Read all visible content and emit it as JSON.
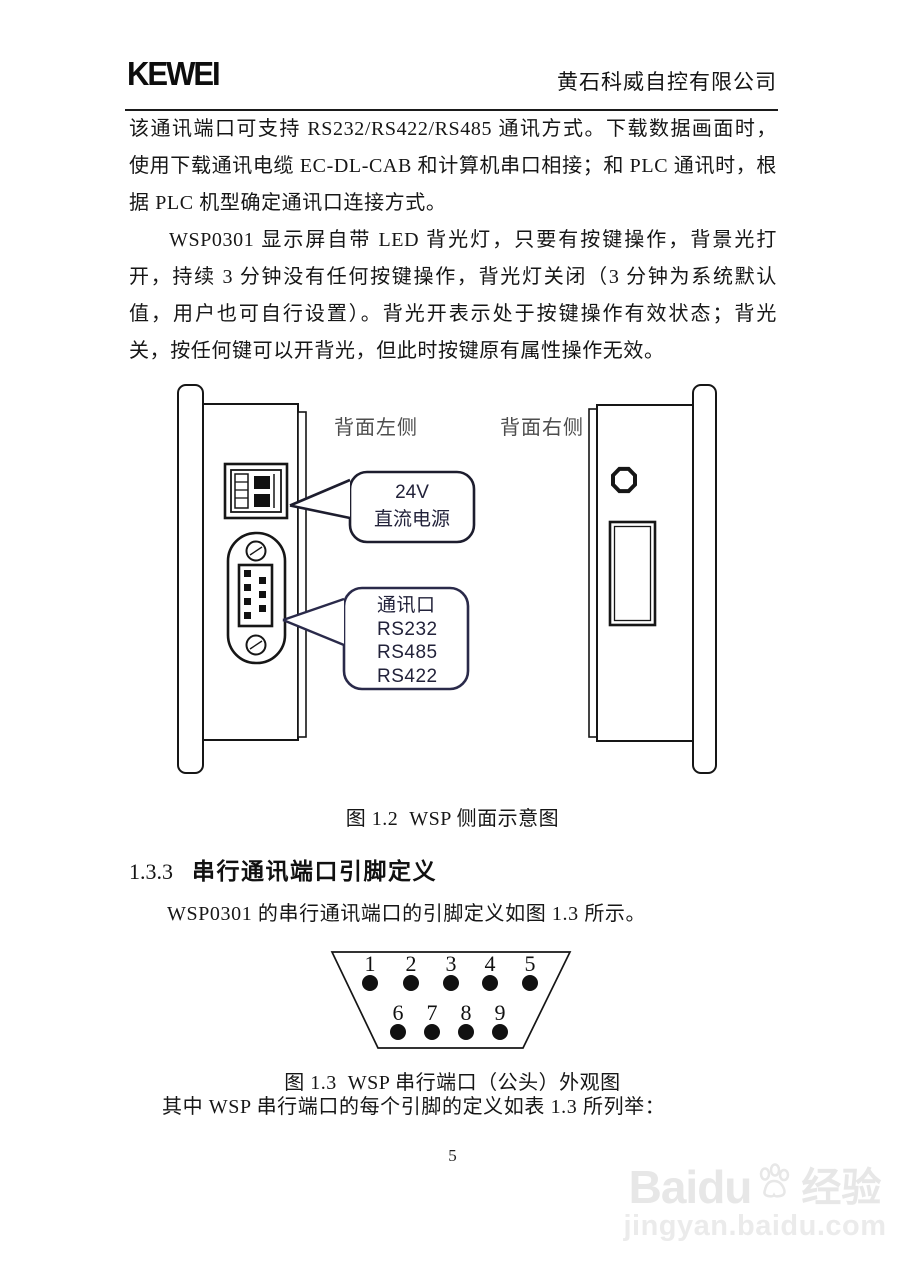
{
  "header": {
    "logo": "KEWEI",
    "company": "黄石科威自控有限公司"
  },
  "paragraphs": {
    "p1": "该通讯端口可支持 RS232/RS422/RS485 通讯方式。下载数据画面时，使用下载通讯电缆 EC-DL-CAB 和计算机串口相接；和 PLC 通讯时，根据 PLC 机型确定通讯口连接方式。",
    "p2": "WSP0301 显示屏自带 LED 背光灯，只要有按键操作，背景光打开，持续 3 分钟没有任何按键操作，背光灯关闭（3 分钟为系统默认值，用户也可自行设置）。背光开表示处于按键操作有效状态；背光关，按任何键可以开背光，但此时按键原有属性操作无效。",
    "p3": "WSP0301 的串行通讯端口的引脚定义如图 1.3 所示。",
    "p4": "其中 WSP 串行端口的每个引脚的定义如表 1.3 所列举："
  },
  "figure12": {
    "label_left": "背面左侧",
    "label_right": "背面右侧",
    "callout_power": {
      "line1": "24V",
      "line2": "直流电源"
    },
    "callout_comm": [
      "通讯口",
      "RS232",
      "RS485",
      "RS422"
    ],
    "caption": "图 1.2  WSP 侧面示意图"
  },
  "section": {
    "number": "1.3.3",
    "title": "串行通讯端口引脚定义"
  },
  "figure13": {
    "pins_top": [
      "1",
      "2",
      "3",
      "4",
      "5"
    ],
    "pins_bottom": [
      "6",
      "7",
      "8",
      "9"
    ],
    "caption": "图 1.3  WSP 串行端口（公头）外观图"
  },
  "footer": {
    "page_number": "5"
  },
  "watermark": {
    "brand": "Baidu",
    "suffix": "经验",
    "url": "jingyan.baidu.com"
  },
  "colors": {
    "text": "#1a1a1a",
    "diagram_stroke": "#161616",
    "diagram_label": "#4d4d4d",
    "callout_text": "#22223a",
    "callout_comm_border": "#2a2a4a",
    "watermark": "#e9e9e9"
  }
}
